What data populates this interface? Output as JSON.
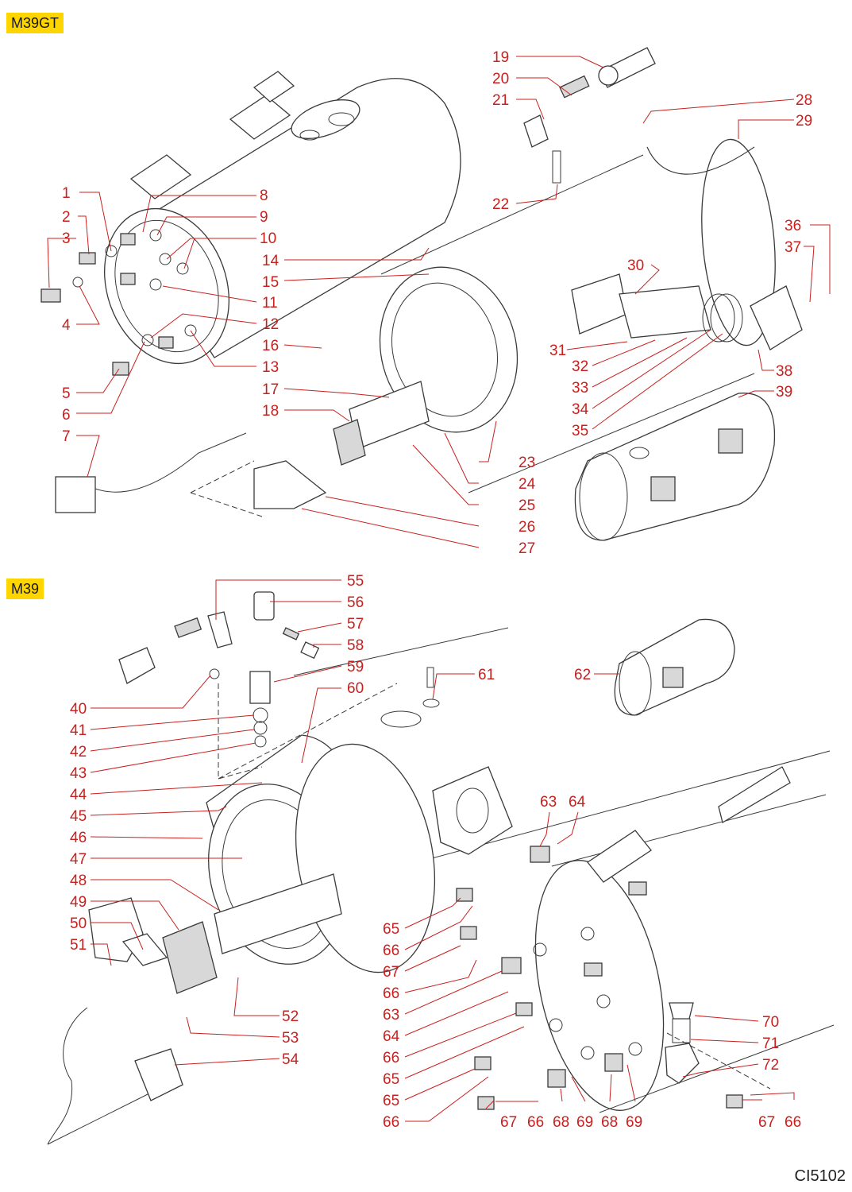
{
  "sections": [
    {
      "label": "M39GT"
    },
    {
      "label": "M39"
    }
  ],
  "doc_code": "CI5102",
  "callouts": [
    "1",
    "2",
    "3",
    "4",
    "5",
    "6",
    "7",
    "8",
    "9",
    "10",
    "11",
    "12",
    "13",
    "14",
    "15",
    "16",
    "17",
    "18",
    "19",
    "20",
    "21",
    "22",
    "23",
    "24",
    "25",
    "26",
    "27",
    "28",
    "29",
    "30",
    "31",
    "32",
    "33",
    "34",
    "35",
    "36",
    "37",
    "38",
    "39",
    "40",
    "41",
    "42",
    "43",
    "44",
    "45",
    "46",
    "47",
    "48",
    "49",
    "50",
    "51",
    "52",
    "53",
    "54",
    "55",
    "56",
    "57",
    "58",
    "59",
    "60",
    "61",
    "62",
    "63",
    "64",
    "65",
    "66",
    "67",
    "66",
    "63",
    "64",
    "66",
    "65",
    "65",
    "66",
    "67",
    "66",
    "68",
    "69",
    "68",
    "69",
    "70",
    "71",
    "72",
    "67",
    "66"
  ],
  "colors": {
    "callout": "#c8201e",
    "tag_bg": "#ffd500",
    "line": "#3a3a3a"
  }
}
